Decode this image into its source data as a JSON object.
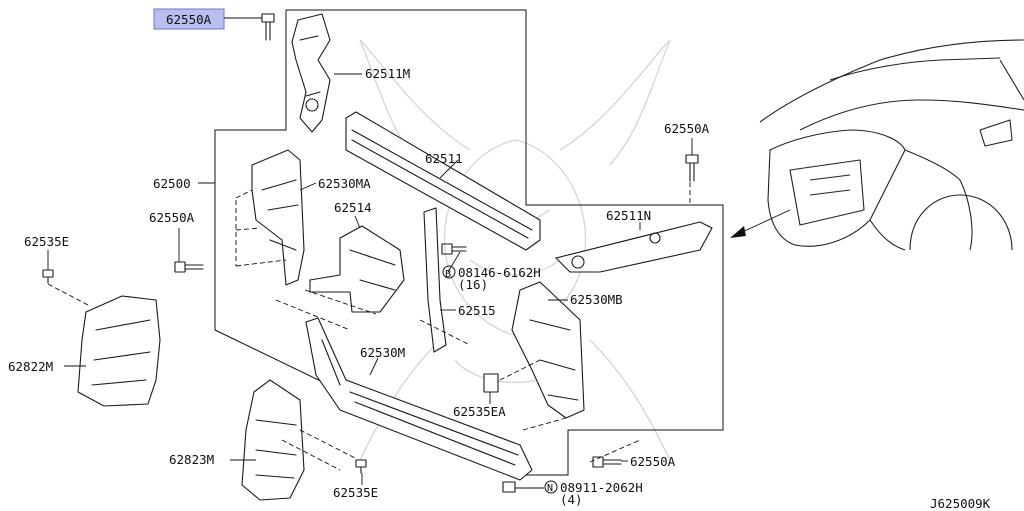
{
  "labels": {
    "p62550A_top": "62550A",
    "p62511M": "62511M",
    "p62511": "62511",
    "p62500": "62500",
    "p62530MA": "62530MA",
    "p62514": "62514",
    "p62550A_left": "62550A",
    "p62535E_left": "62535E",
    "p62822M": "62822M",
    "p62550A_right": "62550A",
    "p62511N": "62511N",
    "bolt_b": "08146-6162H",
    "bolt_b_qty": "(16)",
    "p62530MB": "62530MB",
    "p62515": "62515",
    "p62530M": "62530M",
    "p62535EA": "62535EA",
    "p62550A_bottom": "62550A",
    "p62823M": "62823M",
    "p62535E_bottom": "62535E",
    "nut_n": "08911-2062H",
    "nut_n_qty": "(4)",
    "drawing_id": "J625009K"
  },
  "markers": {
    "b": "B",
    "n": "N"
  },
  "highlight_color": "#b9bdf0"
}
